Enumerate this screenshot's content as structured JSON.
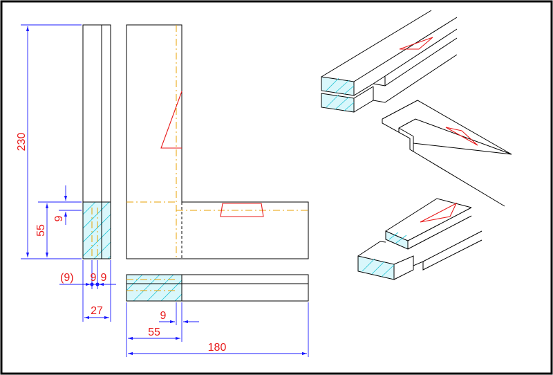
{
  "drawing": {
    "dimensions": {
      "height_total": "230",
      "tenon_height": "55",
      "tenon_small": "9",
      "paren_9": "(9)",
      "nine_a": "9",
      "nine_b": "9",
      "thickness": "27",
      "bottom_9": "9",
      "bottom_55": "55",
      "length": "180"
    },
    "colors": {
      "outline": "#000000",
      "dimension": "#1a1aff",
      "dimension_text": "#e8191a",
      "centerline": "#e8a000",
      "marker": "#e8191a",
      "section_fill": "#d9f7fb",
      "hatch": "#22c4d4"
    }
  }
}
